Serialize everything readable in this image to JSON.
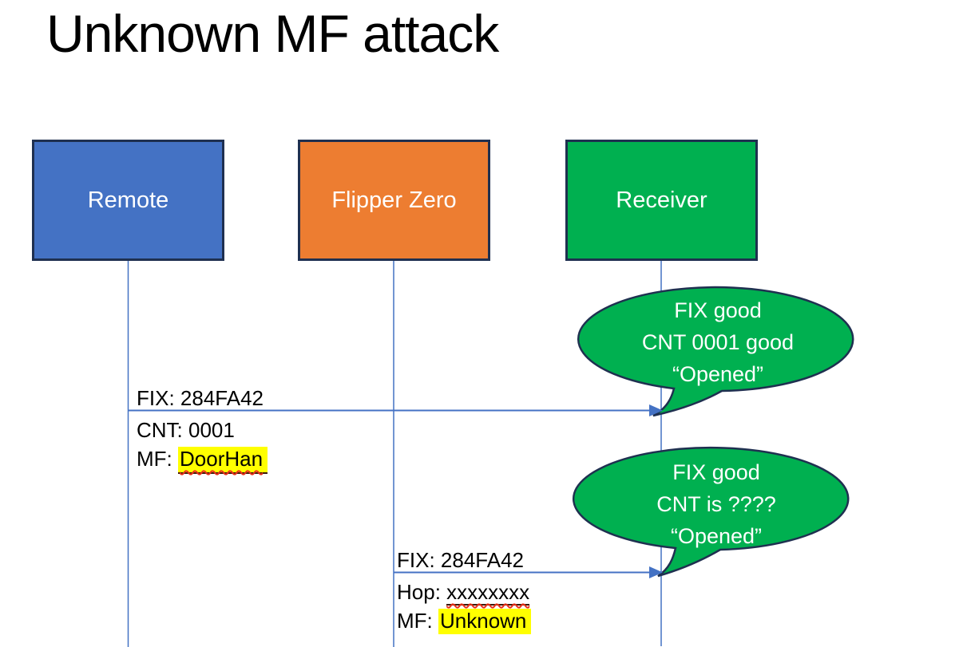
{
  "title": "Unknown MF attack",
  "actors": {
    "remote": {
      "label": "Remote",
      "fill": "#4472C4"
    },
    "flipper": {
      "label": "Flipper Zero",
      "fill": "#ED7D31"
    },
    "receiver": {
      "label": "Receiver",
      "fill": "#00B050"
    }
  },
  "colors": {
    "line_blue": "#4472C4",
    "border_navy": "#1F3050",
    "bubble_green": "#00B050",
    "highlight_yellow": "#FFFF00",
    "squiggle_red": "#E8311A",
    "box_text": "#FFFFFF",
    "label_text": "#000000"
  },
  "message1": {
    "above": "FIX: 284FA42",
    "line2_prefix": "CNT: ",
    "line2_value": "0001",
    "line3_prefix": "MF: ",
    "line3_value": "DoorHan"
  },
  "message2": {
    "above": "FIX: 284FA42",
    "line2_prefix": "Hop: ",
    "line2_value": "xxxxxxxx",
    "line3_prefix": "MF: ",
    "line3_value": "Unknown"
  },
  "bubble1": {
    "line1": "FIX good",
    "line2": "CNT 0001 good",
    "line3": "“Opened”"
  },
  "bubble2": {
    "line1": "FIX good",
    "line2": "CNT is ????",
    "line3": "“Opened”"
  }
}
